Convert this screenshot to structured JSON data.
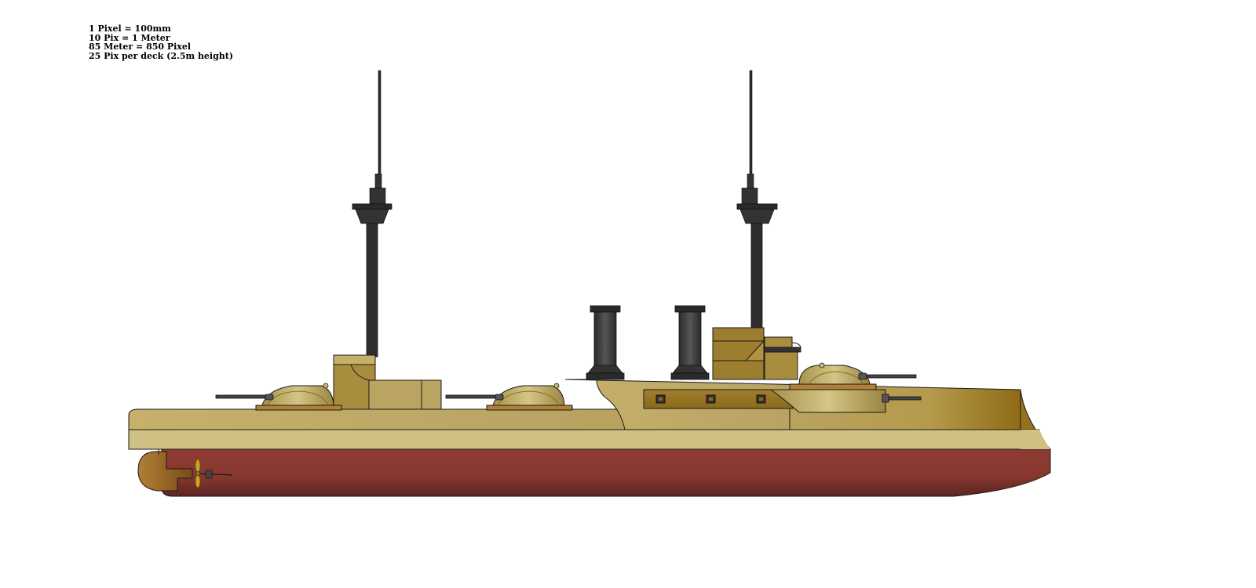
{
  "scale_notes": [
    "1 Pixel = 100mm",
    "10 Pix = 1 Meter",
    "85 Meter = 850 Pixel",
    "25 Pix per deck (2.5m height)"
  ],
  "colors": {
    "hull_upper": "#b8a261",
    "hull_band": "#cdbd82",
    "hull_dark": "#8a6a1e",
    "hull_lower": "#8b3a33",
    "hull_lower_dark": "#5e2620",
    "mast": "#333333",
    "funnel": "#3a3a3a",
    "turret": "#c8b777",
    "outline": "#1a1a1a"
  }
}
